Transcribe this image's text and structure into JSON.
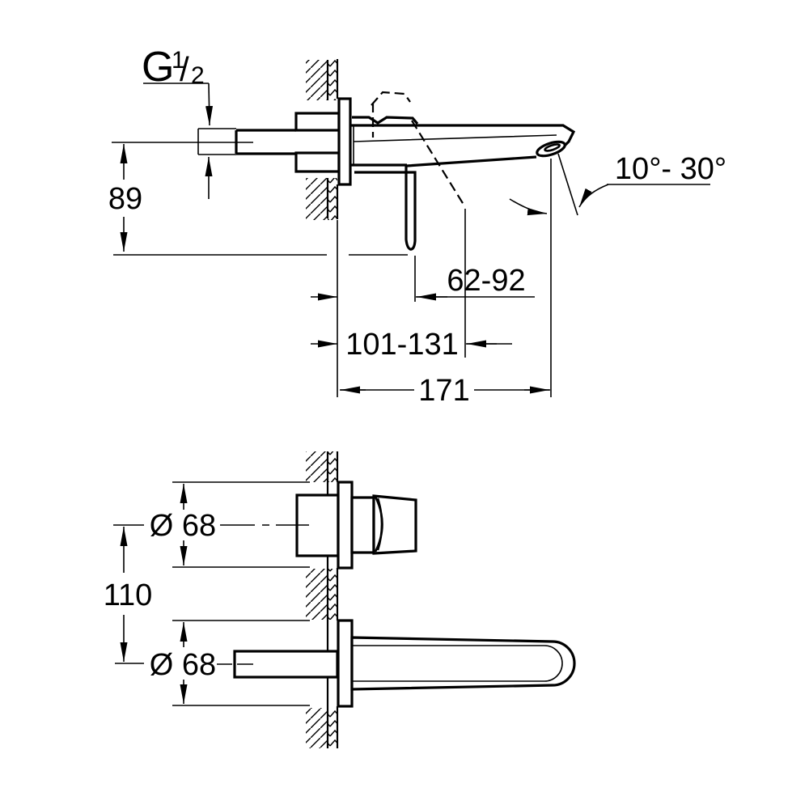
{
  "drawing": {
    "thread": {
      "prefix": "G",
      "numerator": "1",
      "slash": "/",
      "denominator": "2"
    },
    "dims": {
      "height": "89",
      "angle": "10°- 30°",
      "handle_reach": "62-92",
      "mid_reach": "101-131",
      "total_reach": "171",
      "dia_top": "Ø 68",
      "dia_bottom": "Ø 68",
      "spacing": "110"
    },
    "colors": {
      "line": "#000000",
      "background": "#ffffff"
    }
  }
}
